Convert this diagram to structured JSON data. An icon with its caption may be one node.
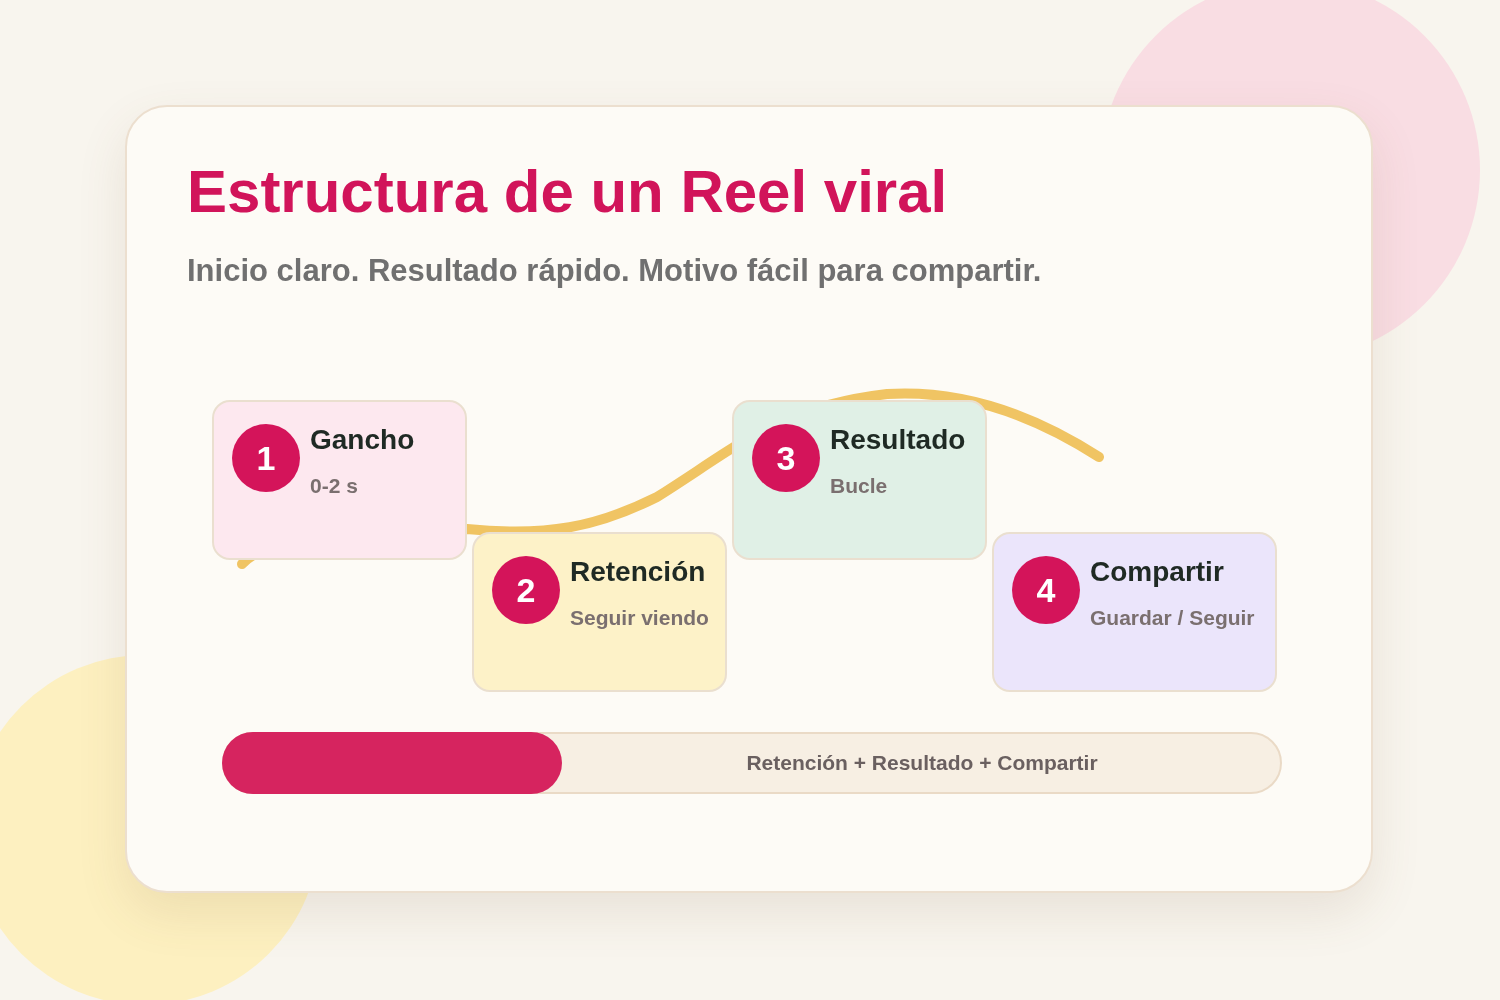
{
  "diagram": {
    "title": "Estructura de un Reel viral",
    "caption": "Inicio claro. Resultado rápido. Motivo fácil para compartir.",
    "nodes": [
      {
        "text": [
          "Gancho",
          "0-2 s"
        ]
      },
      {
        "text": [
          "1"
        ],
        "in": 0
      },
      {
        "text": [
          "Retención",
          "Seguir viendo"
        ]
      },
      {
        "text": [
          "2"
        ],
        "in": 2
      },
      {
        "text": [
          "Resultado",
          "Bucle"
        ]
      },
      {
        "text": [
          "3"
        ],
        "in": 4
      },
      {
        "text": [
          "Compartir",
          "Guardar / Seguir"
        ]
      },
      {
        "text": [
          "4"
        ],
        "in": 6
      },
      {
        "text": [
          "Retención + Resultado + Compartir"
        ]
      }
    ]
  }
}
